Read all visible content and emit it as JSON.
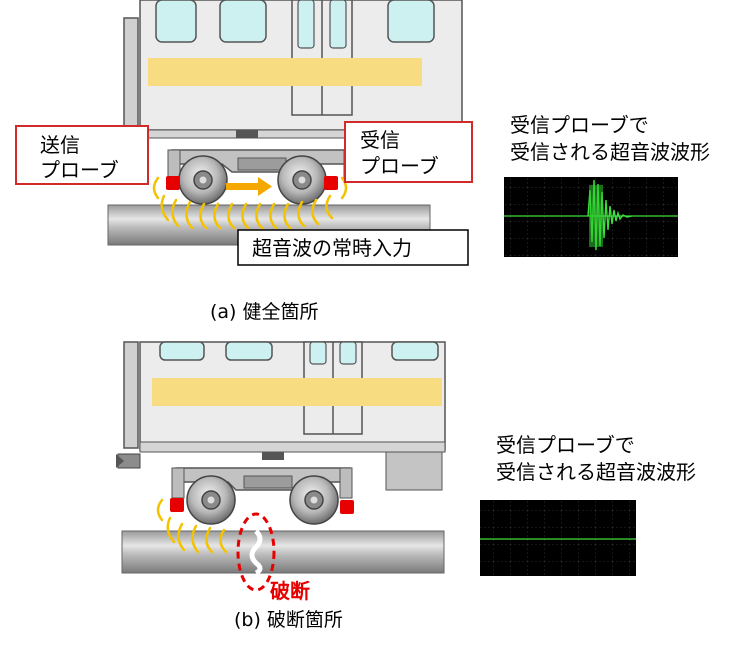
{
  "panel_a": {
    "transmit_probe_line1": "送信",
    "transmit_probe_line2": "プローブ",
    "receive_probe_line1": "受信",
    "receive_probe_line2": "プローブ",
    "continuous_input": "超音波の常時入力",
    "waveform_title_line1": "受信プローブで",
    "waveform_title_line2": "受信される超音波波形",
    "caption": "(a) 健全箇所"
  },
  "panel_b": {
    "waveform_title_line1": "受信プローブで",
    "waveform_title_line2": "受信される超音波波形",
    "break_label": "破断",
    "caption": "(b) 破断箇所"
  },
  "colors": {
    "train_body": "#ececec",
    "window": "#cdf0f0",
    "stripe": "#f8dc82",
    "rail": "#8a8a8a",
    "probe": "#e60000",
    "wave": "#f3c200",
    "arrow": "#f5a800",
    "scope_bg": "#000000",
    "scope_trace": "#3ee03e",
    "break_label": "#e60000",
    "label_border": "#d12a2a"
  },
  "icons": {
    "wheel": "wheel-icon",
    "probe": "probe-icon",
    "wave": "ultrasonic-wave-icon",
    "arrow": "direction-arrow-icon"
  }
}
